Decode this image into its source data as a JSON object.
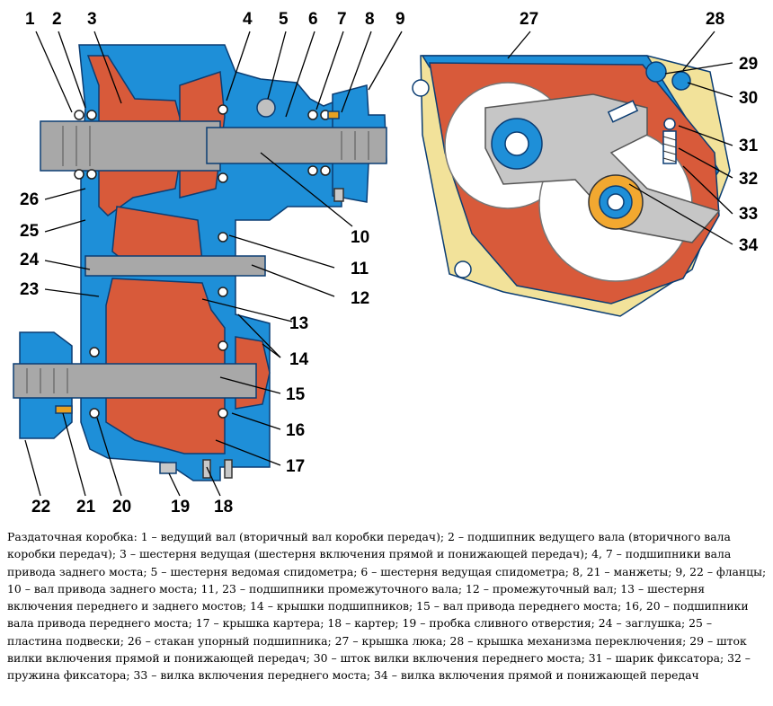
{
  "callouts": [
    "1",
    "2",
    "3",
    "4",
    "5",
    "6",
    "7",
    "8",
    "9",
    "10",
    "11",
    "12",
    "13",
    "14",
    "15",
    "16",
    "17",
    "18",
    "19",
    "20",
    "21",
    "22",
    "23",
    "24",
    "25",
    "26",
    "27",
    "28",
    "29",
    "30",
    "31",
    "32",
    "33",
    "34"
  ],
  "caption": "Раздаточная коробка: 1 – ведущий вал (вторичный вал коробки передач); 2 – подшипник ведущего вала (вторичного вала коробки передач); 3 – шестерня ведущая (шестерня включения прямой и понижающей передач); 4, 7 – подшипники вала привода заднего моста; 5 – шестерня ведомая спидометра; 6 – шестерня ведущая спидометра; 8, 21 – манжеты; 9, 22 – фланцы; 10 – вал привода заднего моста; 11, 23 – подшипники промежуточного вала; 12 – промежуточный вал; 13 – шестерня включения переднего и заднего мостов; 14 – крышки подшипников; 15 – вал привода переднего моста; 16, 20 – подшипники вала привода переднего моста; 17 – крышка картера; 18 – картер; 19 – пробка сливного отверстия; 24 – заглушка; 25 – пластина подвески; 26 – стакан упорный подшипника; 27 – крышка люка; 28 – крышка механизма переключения; 29 – шток вилки включения прямой и понижающей передач; 30 – шток вилки включения переднего моста; 31 – шарик фиксатора; 32 – пружина фиксатора; 33 – вилка включения переднего моста; 34 – вилка включения прямой и понижающей передач",
  "colors": {
    "housing": "#1e8fd8",
    "gear": "#d85a3a",
    "shaft": "#a8a8a8",
    "cover": "#f2e29a",
    "outline": "#0b3d73"
  }
}
